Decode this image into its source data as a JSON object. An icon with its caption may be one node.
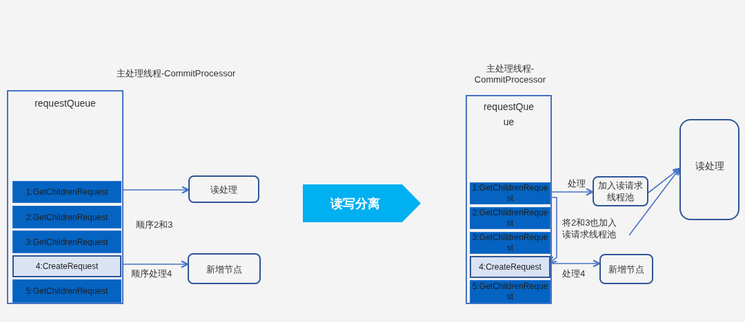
{
  "diagram": {
    "nodes": [
      {
        "text": [
          "主处理线程-CommitProcessor",
          "requestQueue"
        ]
      },
      {
        "text": [
          "1:GetChildrenRequest"
        ],
        "in": 0
      },
      {
        "text": [
          "2:GetChildrenRequest"
        ],
        "in": 0
      },
      {
        "text": [
          "3:GetChildrenRequest"
        ],
        "in": 0
      },
      {
        "text": [
          "4:CreateRequest"
        ],
        "in": 0
      },
      {
        "text": [
          "5:GetChildrenRequest"
        ],
        "in": 0
      },
      {
        "text": [
          "读处理"
        ]
      },
      {
        "text": [
          "新增节点"
        ]
      },
      {
        "text": [
          "读写分离"
        ]
      },
      {
        "text": [
          "主处理线程-CommitProcessor",
          "requestQueue"
        ]
      },
      {
        "text": [
          "1:GetChildrenRequest"
        ],
        "in": 9
      },
      {
        "text": [
          "2:GetChildrenRequest"
        ],
        "in": 9
      },
      {
        "text": [
          "3:GetChildrenRequest"
        ],
        "in": 9
      },
      {
        "text": [
          "4:CreateRequest"
        ],
        "in": 9
      },
      {
        "text": [
          "5:GetChildrenRequest"
        ],
        "in": 9
      },
      {
        "text": [
          "加入读请求线程池"
        ]
      },
      {
        "text": [
          "读处理"
        ]
      },
      {
        "text": [
          "将2和3也加入读请求线程池"
        ]
      },
      {
        "text": [
          "新增节点"
        ]
      }
    ],
    "edges": [
      {
        "from": 1,
        "to": 6,
        "arrow": "to"
      },
      {
        "from": 4,
        "to": 7,
        "arrow": "to",
        "label": "顺序处理4"
      },
      {
        "from": 10,
        "to": 15,
        "arrow": "to",
        "label": "处理"
      },
      {
        "from": 15,
        "to": 16,
        "arrow": "to"
      },
      {
        "from": 17,
        "to": 16,
        "arrow": "to"
      },
      {
        "from": 10,
        "to": 13,
        "arrow": "to"
      },
      {
        "from": 13,
        "to": 18,
        "arrow": "to",
        "label": "处理4"
      }
    ],
    "labels": [
      "顺序2和3"
    ]
  }
}
